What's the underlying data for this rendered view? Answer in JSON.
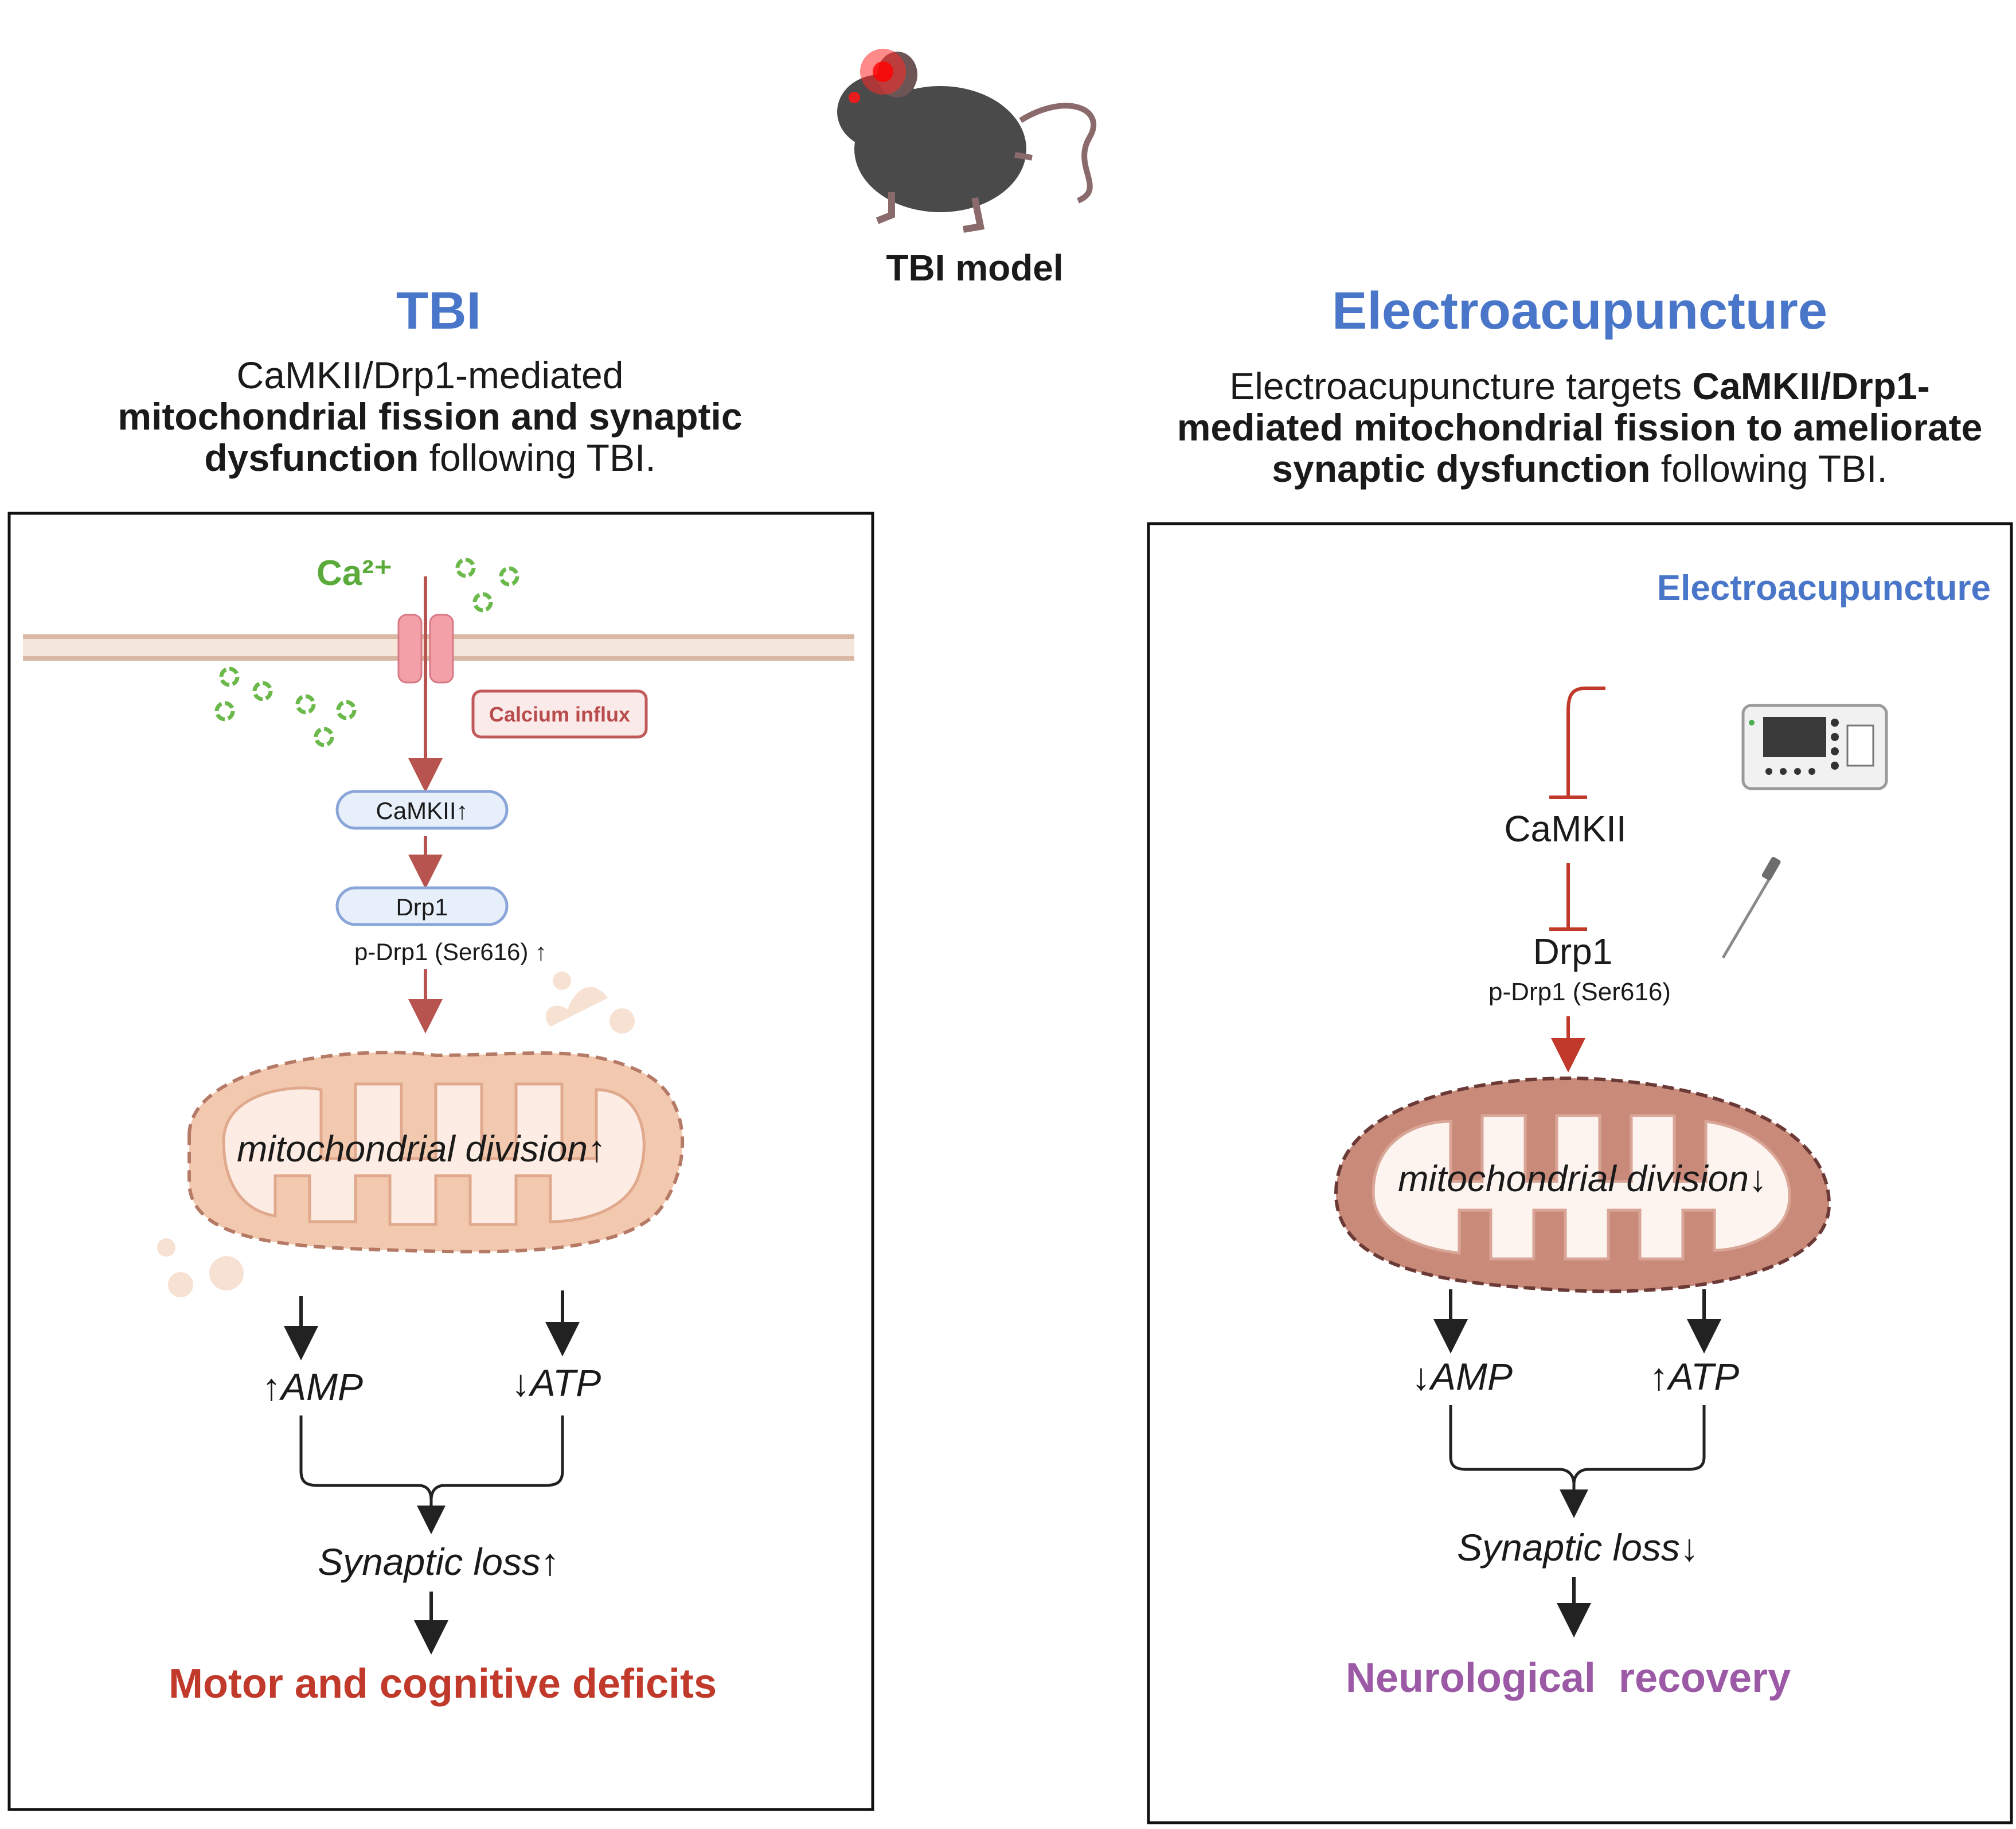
{
  "header": {
    "model_label": "TBI model"
  },
  "left_panel": {
    "title": "TBI",
    "subtitle_line1": "CaMKII/Drp1-mediated",
    "subtitle_line2_bold": "mitochondrial fission and synaptic",
    "subtitle_line3_bold": "dysfunction",
    "subtitle_line3_rest": " following TBI.",
    "ion_label": "Ca²⁺",
    "influx_label": "Calcium influx",
    "camkii_label": "CaMKII↑",
    "drp1_label": "Drp1",
    "pdrp1_label": "p-Drp1 (Ser616) ↑",
    "mito_label": "mitochondrial division↑",
    "amp_label": "↑AMP",
    "atp_label": "↓ATP",
    "synaptic_label": "Synaptic loss↑",
    "outcome_label": "Motor and cognitive deficits"
  },
  "right_panel": {
    "title": "Electroacupuncture",
    "subtitle_line1_plain": "Electroacupuncture targets ",
    "subtitle_line1_bold": "CaMKII/Drp1-",
    "subtitle_line2_bold": "mediated mitochondrial fission to ameliorate",
    "subtitle_line3_bold": "synaptic dysfunction",
    "subtitle_line3_rest": " following TBI.",
    "corner_label": "Electroacupuncture",
    "camkii_label": "CaMKII",
    "drp1_label": "Drp1",
    "pdrp1_label": "p-Drp1 (Ser616)",
    "mito_label": "mitochondrial division↓",
    "amp_label": "↓AMP",
    "atp_label": "↑ATP",
    "synaptic_label": "Synaptic loss↓",
    "outcome_label": "Neurological  recovery"
  },
  "colors": {
    "title_blue": "#4a76c9",
    "arrow_red": "#b85450",
    "inhibit_red": "#c0392b",
    "calcium_green": "#5aab3a",
    "deficit_red": "#c0392b",
    "recovery_purple": "#9b59a6",
    "membrane": "#e6cfc2",
    "mito_damaged": "#f2c9ae",
    "mito_healthy": "#c98a7a"
  },
  "icons": [
    "mouse-icon",
    "calcium-ion-icon",
    "ion-channel-icon",
    "electroacupuncture-device-icon",
    "acupuncture-needle-icon",
    "mitochondrion-icon"
  ]
}
